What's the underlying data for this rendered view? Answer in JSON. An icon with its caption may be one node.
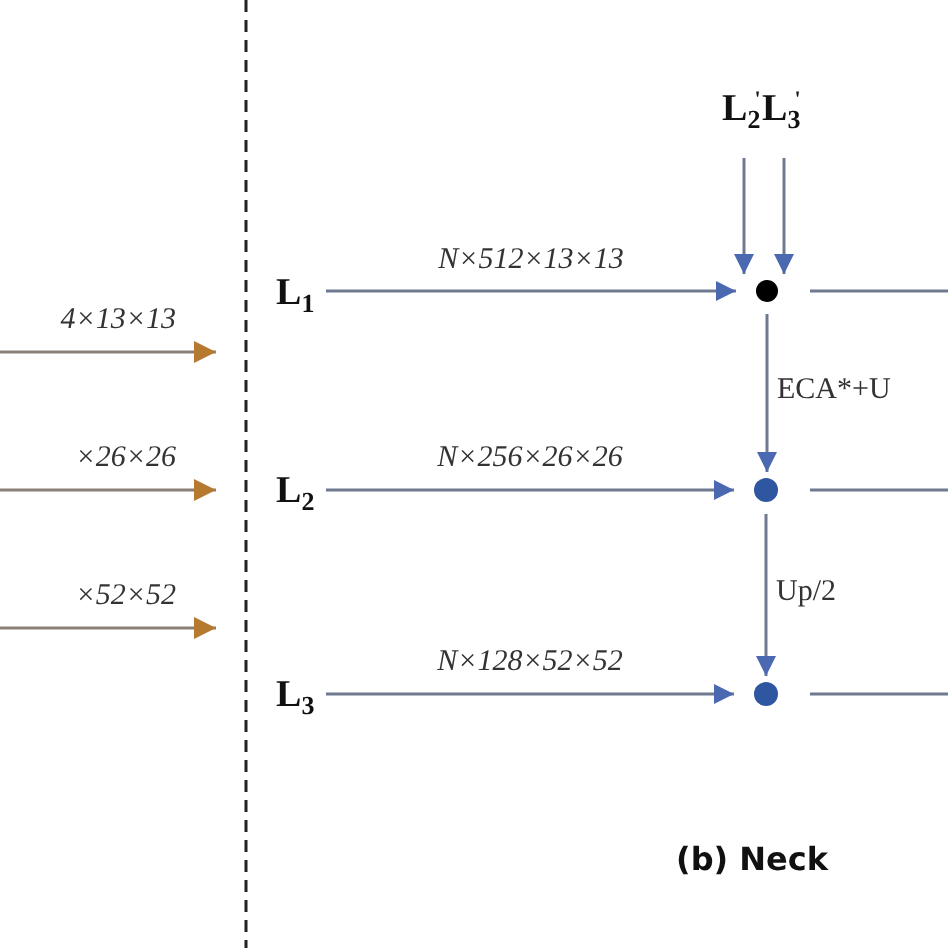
{
  "diagram": {
    "caption": "(b) Neck",
    "nodes": [
      {
        "text": [
          "L$_{1}$"
        ]
      },
      {
        "text": [
          "L$_{2}$"
        ]
      },
      {
        "text": [
          "L$_{3}$"
        ]
      },
      {
        "text": [
          "L$_{2}$$^{'}$"
        ]
      },
      {
        "text": [
          "L$_{3}$$^{'}$"
        ]
      },
      {
        "text": [],
        "shape": "circle"
      },
      {
        "text": [],
        "shape": "circle"
      },
      {
        "text": [],
        "shape": "circle"
      }
    ],
    "edges": [
      {
        "from": 0,
        "to": 5,
        "arrow": "to",
        "label": "N×512×13×13"
      },
      {
        "from": 1,
        "to": 6,
        "arrow": "to",
        "label": "N×256×26×26"
      },
      {
        "from": 2,
        "to": 7,
        "arrow": "to",
        "label": "N×128×52×52"
      },
      {
        "from": 3,
        "to": 5,
        "arrow": "to"
      },
      {
        "from": 4,
        "to": 5,
        "arrow": "to"
      },
      {
        "from": 5,
        "to": 6,
        "arrow": "to",
        "label": "ECA*+U"
      },
      {
        "from": 6,
        "to": 7,
        "arrow": "to",
        "label": "Up/2"
      },
      {
        "from": 5,
        "to": null,
        "arrow": "none"
      },
      {
        "from": 6,
        "to": null,
        "arrow": "none"
      },
      {
        "from": 7,
        "to": null,
        "arrow": "none"
      }
    ],
    "labels": [
      "4×13×13",
      "×26×26",
      "×52×52"
    ]
  }
}
